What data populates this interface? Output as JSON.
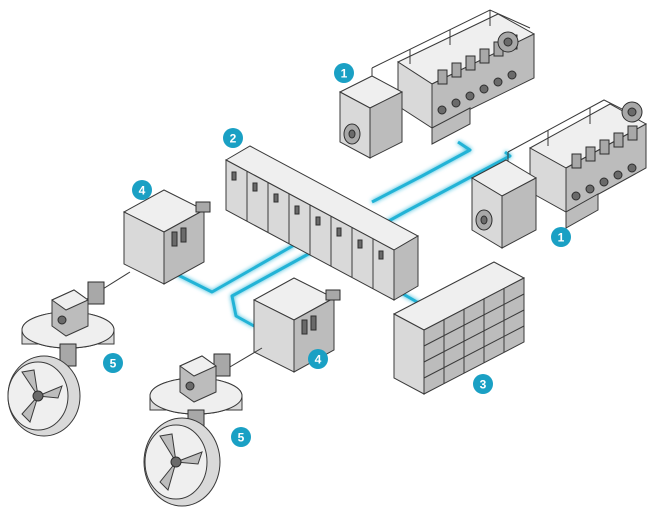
{
  "diagram": {
    "accent_color": "#1aa0c4",
    "cable_color": "#24b3d6",
    "badges": [
      {
        "label": "1"
      },
      {
        "label": "1"
      },
      {
        "label": "2"
      },
      {
        "label": "3"
      },
      {
        "label": "4"
      },
      {
        "label": "4"
      },
      {
        "label": "5"
      },
      {
        "label": "5"
      }
    ],
    "icons": [
      "diesel-generator-icon",
      "switchboard-icon",
      "battery-bank-icon",
      "motor-icon",
      "azimuth-thruster-icon"
    ]
  }
}
